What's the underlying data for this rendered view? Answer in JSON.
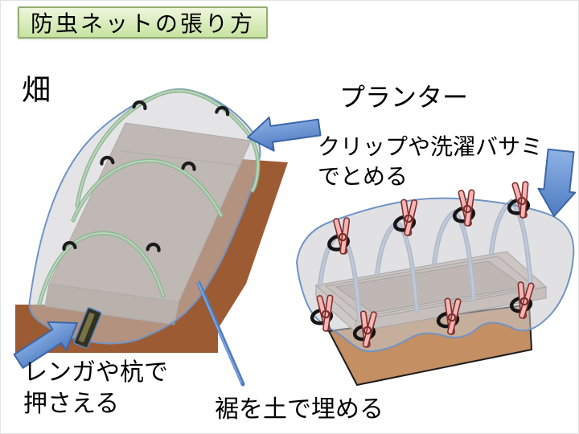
{
  "slide": {
    "title": "防虫ネットの張り方"
  },
  "field": {
    "label": "畑",
    "callout_brick_line1": "レンガや杭で",
    "callout_brick_line2": "押さえる",
    "callout_hem": "裾を土で埋める"
  },
  "planter": {
    "label": "プランター",
    "callout_clip_line1": "クリップや洗濯バサミ",
    "callout_clip_line2": "でとめる"
  },
  "icons": {
    "field_net_arrow": "arrow-left",
    "field_brick_arrow": "arrow-up-right",
    "hem_callout_line": "diagonal-line",
    "planter_arrow": "arrow-down",
    "net_clip": "hook-clip",
    "clothespin": "clothespin",
    "clip_ring": "ring"
  },
  "colors": {
    "title_bg_top": "#edf6dc",
    "title_bg_bottom": "#c7e3a1",
    "title_border": "#93ac71",
    "text": "#000000",
    "net_fill": "#c9c9cd",
    "net_stroke": "#6f94c4",
    "soil": "#9d5b33",
    "bed": "#b5a79a",
    "bed_front": "#a6988b",
    "hoop_green": "#8fb894",
    "hoop_blue": "#9db3d0",
    "clip_black": "#1c1c1c",
    "pin_pink": "#f7b6b4",
    "pin_dark": "#7c2f2d",
    "planter_body": "#c38f63",
    "planter_rim": "#d0c2b4",
    "planter_soil": "#b2a295",
    "brick": "#32311f",
    "brick_light": "#75734a",
    "arrow_light": "#8fb2e4",
    "arrow_dark": "#4d7bc2",
    "arrow_stroke": "#3a66a8"
  }
}
